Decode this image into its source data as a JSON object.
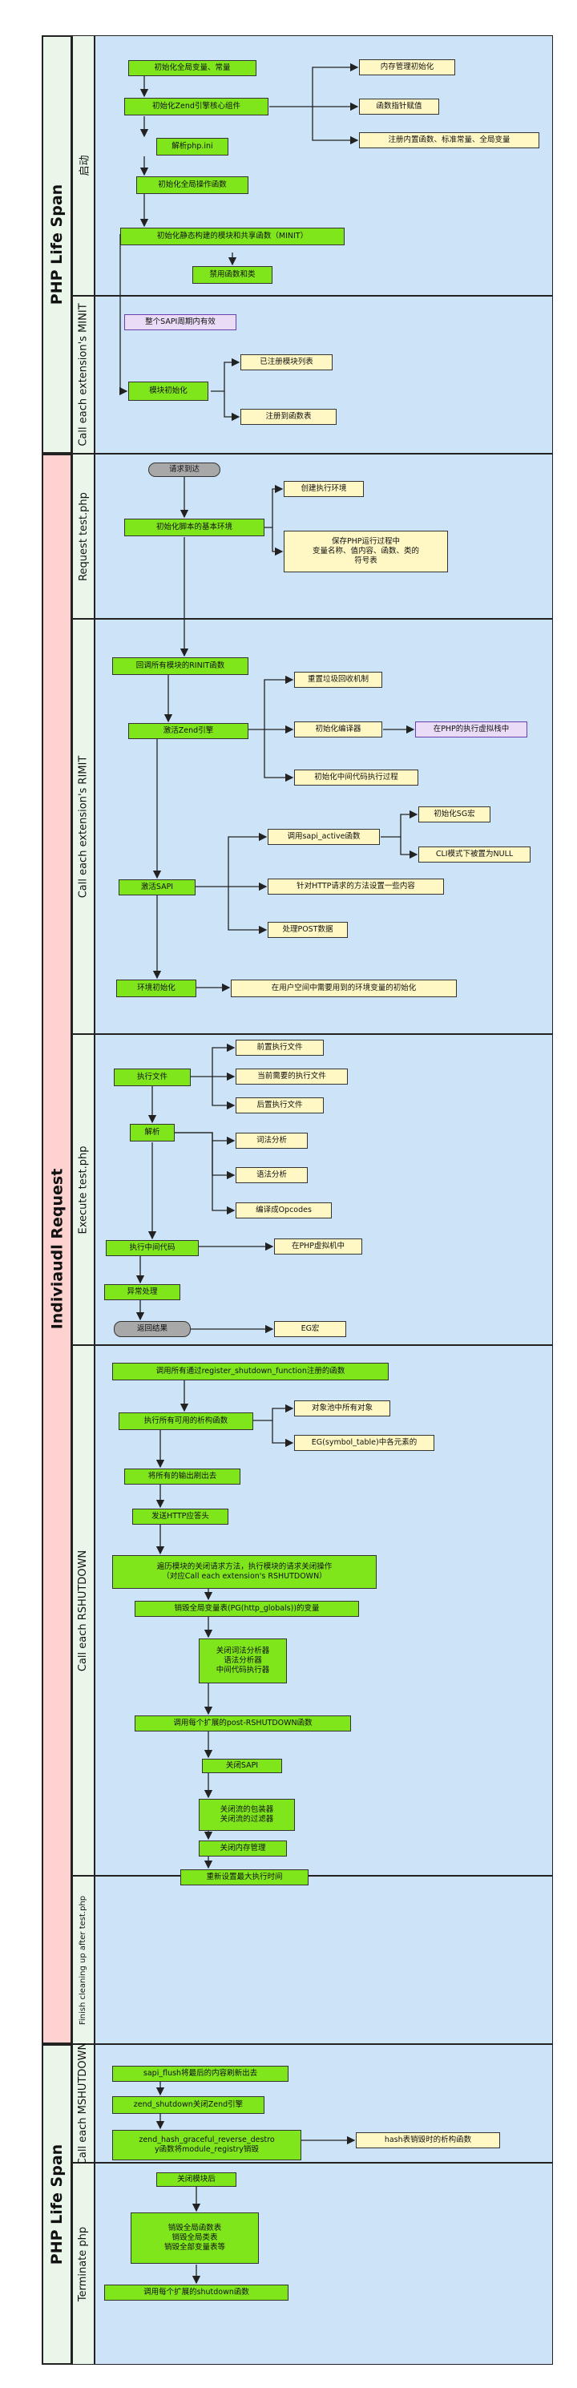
{
  "lanes": {
    "top": "PHP Life Span",
    "middle": "Indiviaudl Request",
    "bottom": "PHP Life Span"
  },
  "sections": {
    "s1": "启动",
    "s2": "Call each extension's MINIT",
    "s3": "Request test.php",
    "s4": "Call each extension's RIMIT",
    "s5": "Execute test.php",
    "s6": "Call each RSHUTDOWN",
    "s7": "Finish cleaning up after test.php",
    "s8": "Call each MSHUTDOWN",
    "s9": "Terminate php"
  },
  "nodes": {
    "n1": "初始化全局变量、常量",
    "n2": "初始化Zend引擎核心组件",
    "n3": "解析php.ini",
    "n4": "初始化全局操作函数",
    "n5": "初始化静态构建的模块和共享函数（MINIT）",
    "n6": "禁用函数和类",
    "n7": "内存管理初始化",
    "n8": "函数指针赋值",
    "n9": "注册内置函数、标准常量、全局变量",
    "n10": "整个SAPI周期内有效",
    "n11": "模块初始化",
    "n12": "已注册模块列表",
    "n13": "注册到函数表",
    "n14": "请求到达",
    "n15": "初始化脚本的基本环境",
    "n16": "创建执行环境",
    "n17": "保存PHP运行过程中\n变量名称、值内容、函数、类的\n符号表",
    "n18": "回调所有模块的RINIT函数",
    "n19": "激活Zend引擎",
    "n20": "重置垃圾回收机制",
    "n21": "初始化编译器",
    "n22": "在PHP的执行虚拟栈中",
    "n23": "初始化中间代码执行过程",
    "n24": "激活SAPI",
    "n25": "调用sapi_active函数",
    "n26": "初始化SG宏",
    "n27": "CLI模式下被置为NULL",
    "n28": "针对HTTP请求的方法设置一些内容",
    "n29": "处理POST数据",
    "n30": "环境初始化",
    "n31": "在用户空间中需要用到的环境变量的初始化",
    "n32": "执行文件",
    "n33": "前置执行文件",
    "n34": "当前需要的执行文件",
    "n35": "后置执行文件",
    "n36": "解析",
    "n37": "词法分析",
    "n38": "语法分析",
    "n39": "编译成Opcodes",
    "n40": "执行中间代码",
    "n41": "在PHP虚拟机中",
    "n42": "异常处理",
    "n43": "返回结果",
    "n44": "EG宏",
    "n45": "调用所有通过register_shutdown_function注册的函数",
    "n46": "执行所有可用的析构函数",
    "n47": "对象池中所有对象",
    "n48": "EG(symbol_table)中各元素的",
    "n49": "将所有的输出刷出去",
    "n50": "发送HTTP应答头",
    "n51": "遍历模块的关闭请求方法，执行模块的请求关闭操作\n（对应Call each extension's RSHUTDOWN）",
    "n52": "销毁全局变量表(PG(http_globals))的变量",
    "n53": "关闭词法分析器\n语法分析器\n中间代码执行器",
    "n54": "调用每个扩展的post-RSHUTDOWN函数",
    "n55": "关闭SAPI",
    "n56": "关闭流的包装器\n关闭流的过滤器",
    "n57": "关闭内存管理",
    "n58": "重新设置最大执行时间",
    "n59": "sapi_flush将最后的内容刷新出去",
    "n60": "zend_shutdown关闭Zend引擎",
    "n61": "zend_hash_graceful_reverse_destro\ny函数将module_registry销毁",
    "n62": "hash表销毁时的析构函数",
    "n63": "关闭模块后",
    "n64": "销毁全局函数表\n销毁全局类表\n销毁全部变量表等",
    "n65": "调用每个扩展的shutdown函数"
  }
}
